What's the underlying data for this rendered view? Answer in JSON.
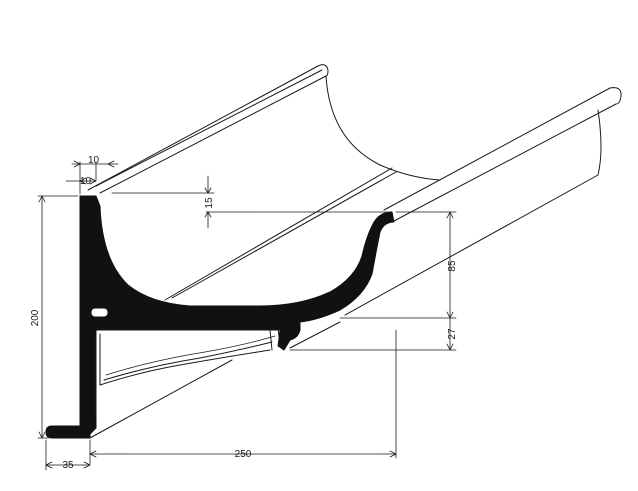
{
  "diagram": {
    "dimensions": {
      "flange_width": "10",
      "lip_width": "10",
      "lip_drop": "15",
      "height": "200",
      "bead_depth": "85",
      "bracket_offset": "27",
      "width": "250",
      "foot_width": "35"
    }
  }
}
